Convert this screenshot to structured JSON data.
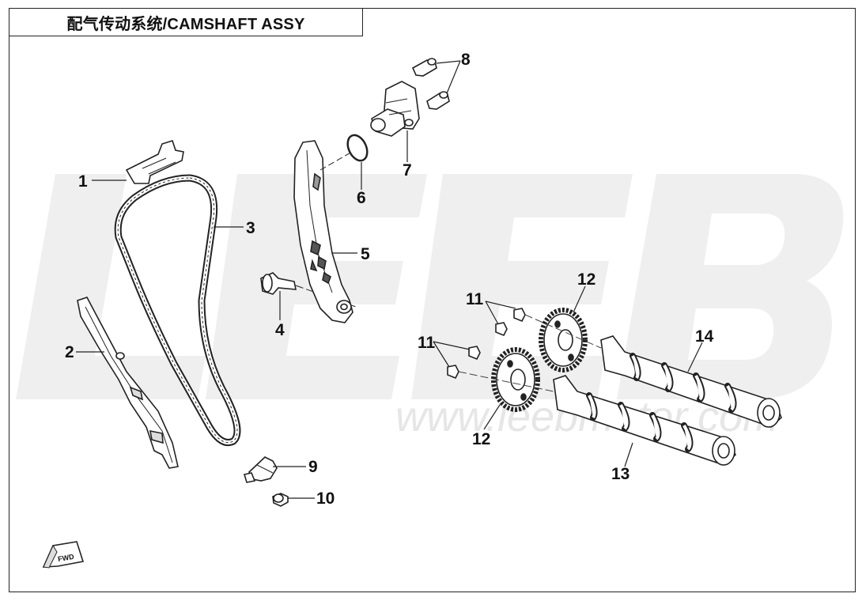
{
  "title": "配气传动系统/CAMSHAFT ASSY",
  "watermark": {
    "logo": "LEEB",
    "url": "www.leebmotor.com",
    "color": "#f0f0f0"
  },
  "fwd_label": "FWD",
  "callouts": [
    {
      "id": "c1",
      "label": "1"
    },
    {
      "id": "c2",
      "label": "2"
    },
    {
      "id": "c3",
      "label": "3"
    },
    {
      "id": "c4",
      "label": "4"
    },
    {
      "id": "c5",
      "label": "5"
    },
    {
      "id": "c6",
      "label": "6"
    },
    {
      "id": "c7",
      "label": "7"
    },
    {
      "id": "c8",
      "label": "8"
    },
    {
      "id": "c9",
      "label": "9"
    },
    {
      "id": "c10",
      "label": "10"
    },
    {
      "id": "c11a",
      "label": "11"
    },
    {
      "id": "c11b",
      "label": "11"
    },
    {
      "id": "c12a",
      "label": "12"
    },
    {
      "id": "c12b",
      "label": "12"
    },
    {
      "id": "c13",
      "label": "13"
    },
    {
      "id": "c14",
      "label": "14"
    }
  ]
}
